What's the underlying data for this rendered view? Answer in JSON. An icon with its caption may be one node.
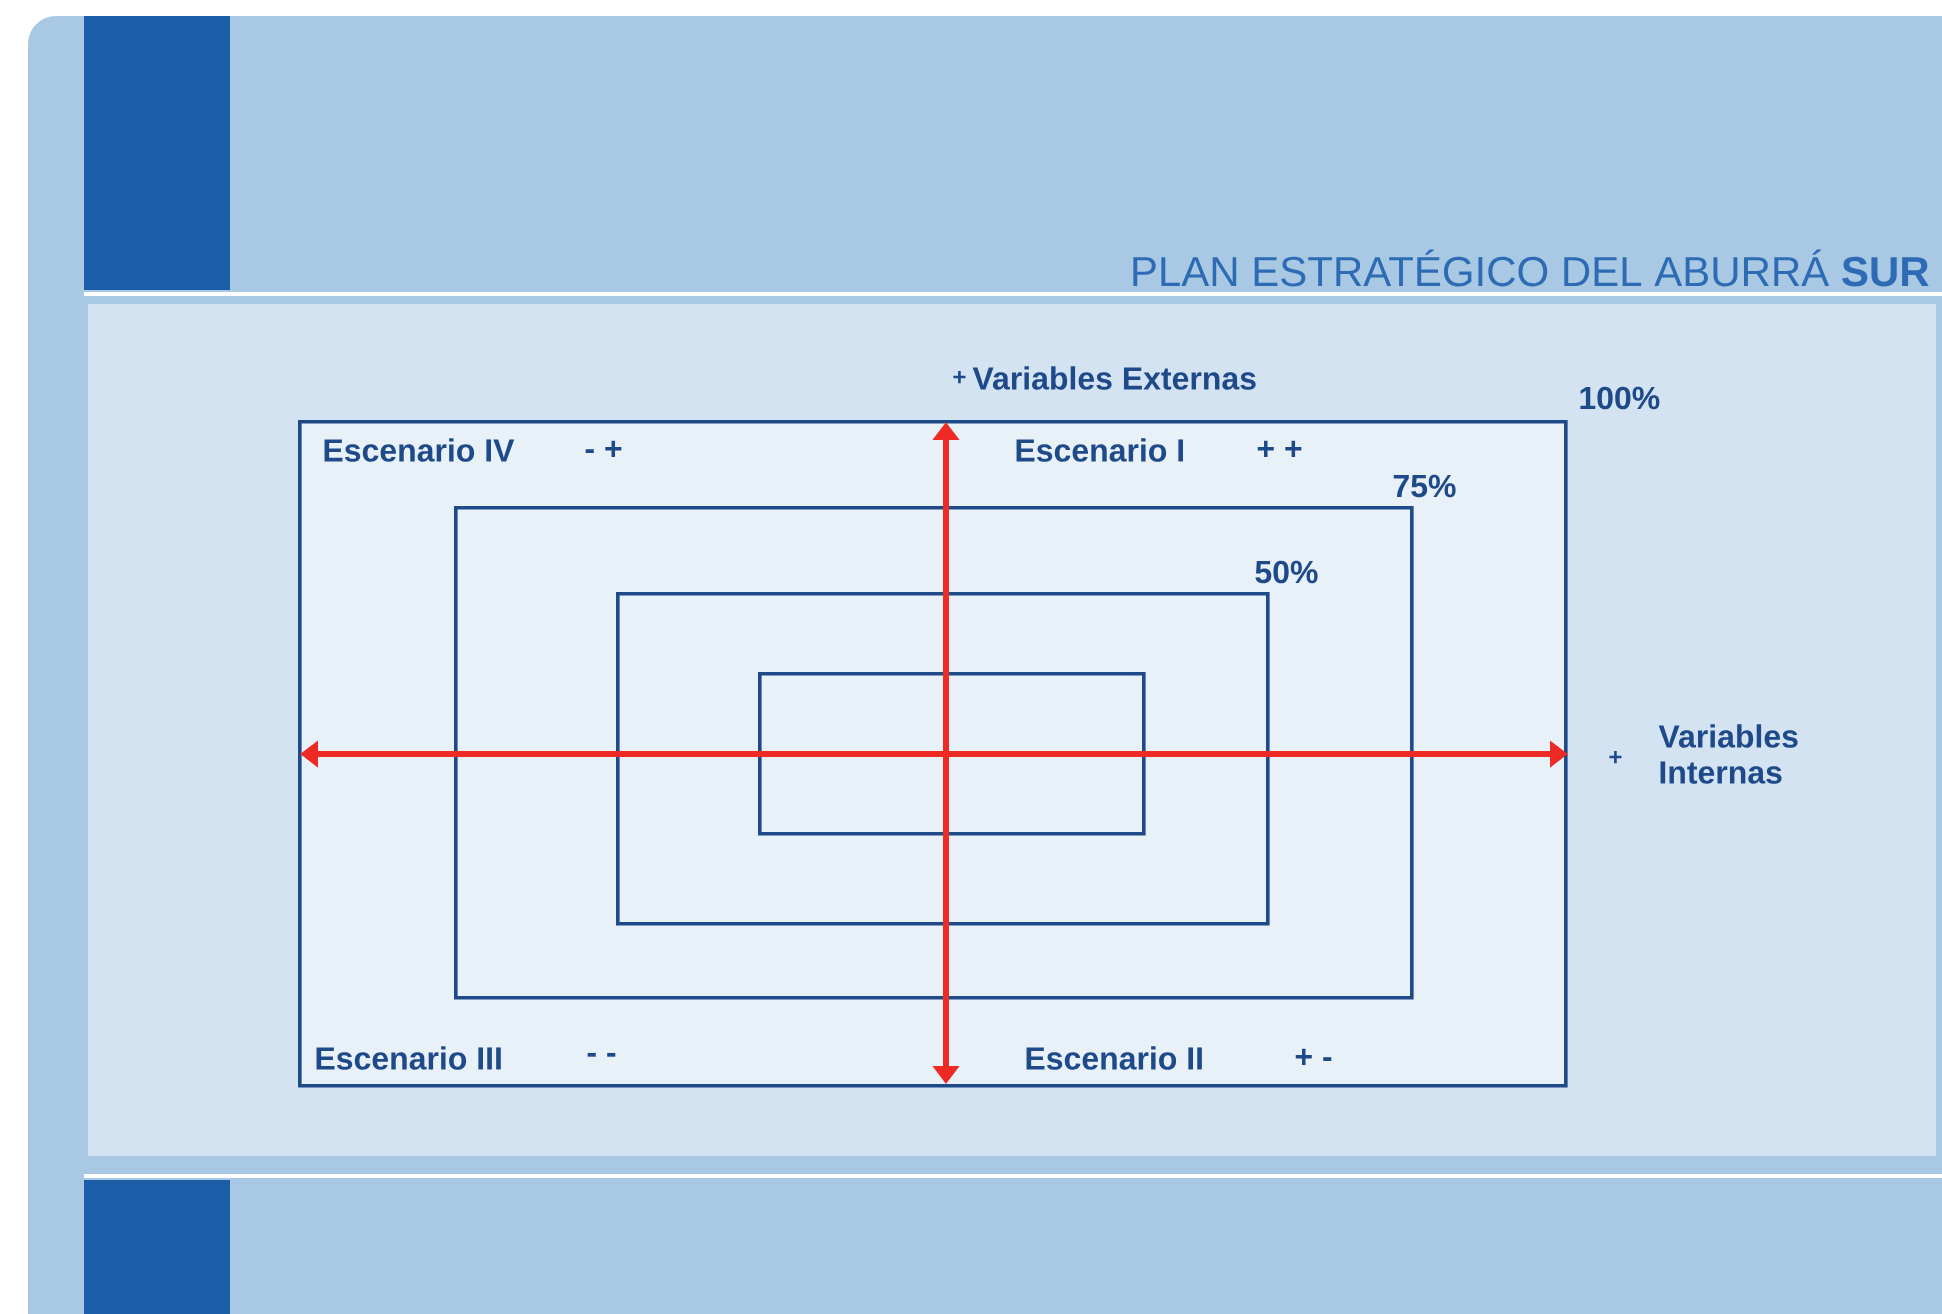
{
  "diagram": {
    "title": "PLAN ESTRATÉGICO DEL ABURRÁ **SUR**",
    "nodes": [
      {
        "text": [
          "Escenario IV",
          "- +",
          "Escenario I",
          "+ +",
          "Escenario III",
          "- -",
          "Escenario II",
          "+ -"
        ],
        "beside": [
          "100%"
        ]
      },
      {
        "text": [],
        "shape": "box",
        "in": 0,
        "beside": [
          "75%"
        ]
      },
      {
        "text": [],
        "shape": "box",
        "in": 1,
        "beside": [
          "50%"
        ]
      },
      {
        "text": [],
        "shape": "box",
        "in": 2
      }
    ],
    "labels": [
      "+",
      "Variables Externas",
      "+",
      "Variables Internas"
    ]
  }
}
